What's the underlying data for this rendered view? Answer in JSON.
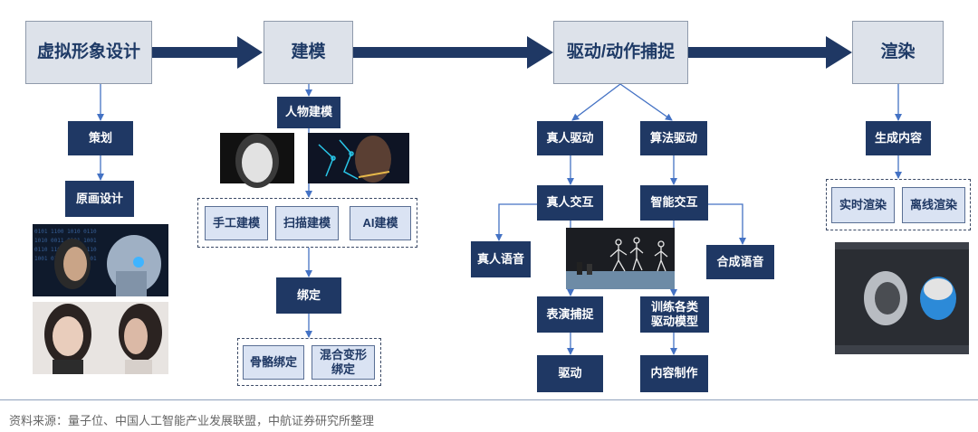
{
  "stages": {
    "design": "虚拟形象设计",
    "modeling": "建模",
    "driving": "驱动/动作捕捉",
    "rendering": "渲染"
  },
  "design": {
    "plan": "策划",
    "concept": "原画设计"
  },
  "modeling": {
    "character": "人物建模",
    "manual": "手工建模",
    "scan": "扫描建模",
    "ai": "AI建模",
    "binding": "绑定",
    "skeleton": "骨骼绑定",
    "blend": "混合变形绑定"
  },
  "driving": {
    "real_drive": "真人驱动",
    "algo_drive": "算法驱动",
    "real_interact": "真人交互",
    "smart_interact": "智能交互",
    "real_voice": "真人语音",
    "synth_voice": "合成语音",
    "perform_capture": "表演捕捉",
    "train_models": "训练各类驱动模型",
    "drive": "驱动",
    "content": "内容制作"
  },
  "rendering": {
    "generate": "生成内容",
    "realtime": "实时渲染",
    "offline": "离线渲染"
  },
  "source": "资料来源：量子位、中国人工智能产业发展联盟，中航证券研究所整理",
  "colors": {
    "dark": "#1f3864",
    "light": "#dae3f3",
    "stage": "#dde2ea",
    "arrow": "#1f3864",
    "connector": "#4472c4"
  }
}
